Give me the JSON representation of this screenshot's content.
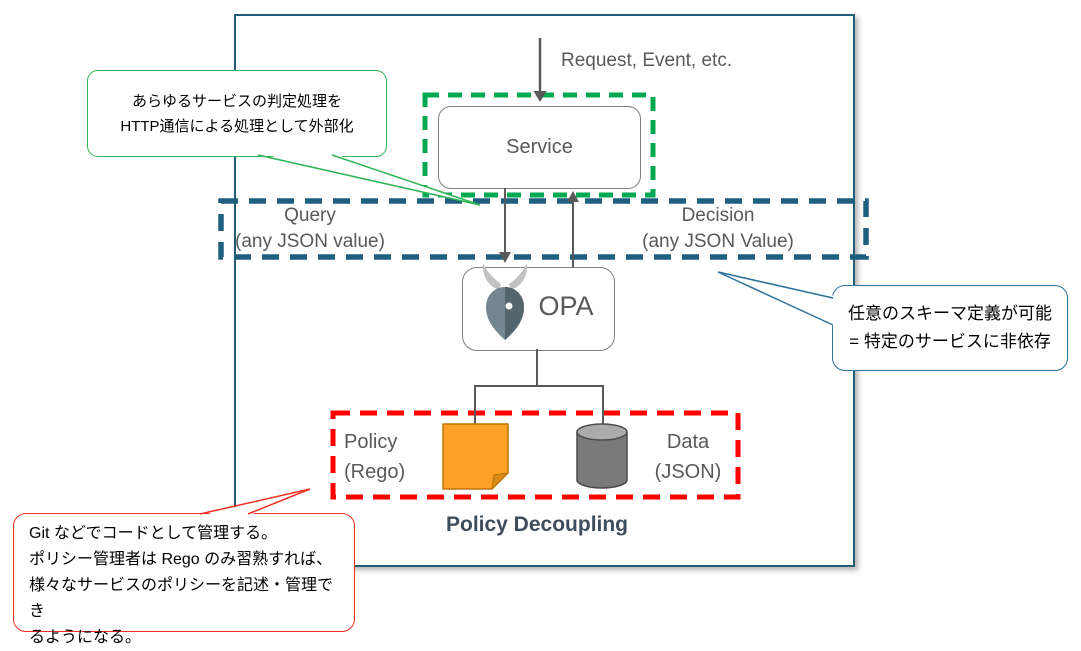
{
  "diagram": {
    "caption": "Policy Decoupling",
    "request_label": "Request, Event, etc.",
    "service": {
      "label": "Service"
    },
    "opa": {
      "label": "OPA"
    },
    "query": {
      "line1": "Query",
      "line2": "(any JSON value)"
    },
    "decision": {
      "line1": "Decision",
      "line2": "(any JSON Value)"
    },
    "policy": {
      "line1": "Policy",
      "line2": "(Rego)"
    },
    "data": {
      "line1": "Data",
      "line2": "(JSON)"
    }
  },
  "callouts": {
    "service_note": {
      "line1": "あらゆるサービスの判定処理を",
      "line2": "HTTP通信による処理として外部化"
    },
    "schema_note": {
      "line1": "任意のスキーマ定義が可能",
      "line2": "= 特定のサービスに非依存"
    },
    "policy_note": {
      "line1": "Git などでコードとして管理する。",
      "line2": "ポリシー管理者は Rego のみ習熟すれば、",
      "line3": "様々なサービスのポリシーを記述・管理でき",
      "line4": "るようになる。"
    }
  },
  "icons": {
    "opa_logo": "opa-helmet-logo",
    "policy_icon": "sticky-note-icon",
    "data_icon": "database-cylinder-icon"
  },
  "colors": {
    "outer_border": "#225C76",
    "frame_green": "#00A94F",
    "frame_blue": "#1E5F80",
    "frame_red": "#FF0000",
    "callout_green": "#2FB457",
    "callout_blue": "#2E719B",
    "callout_red": "#EE3124",
    "line_gray": "#595959",
    "node_border_gray": "#7F7F7F",
    "note_orange": "#FFA227",
    "cylinder_gray": "#7A7A7A",
    "caption_color": "#3E4D5C"
  }
}
